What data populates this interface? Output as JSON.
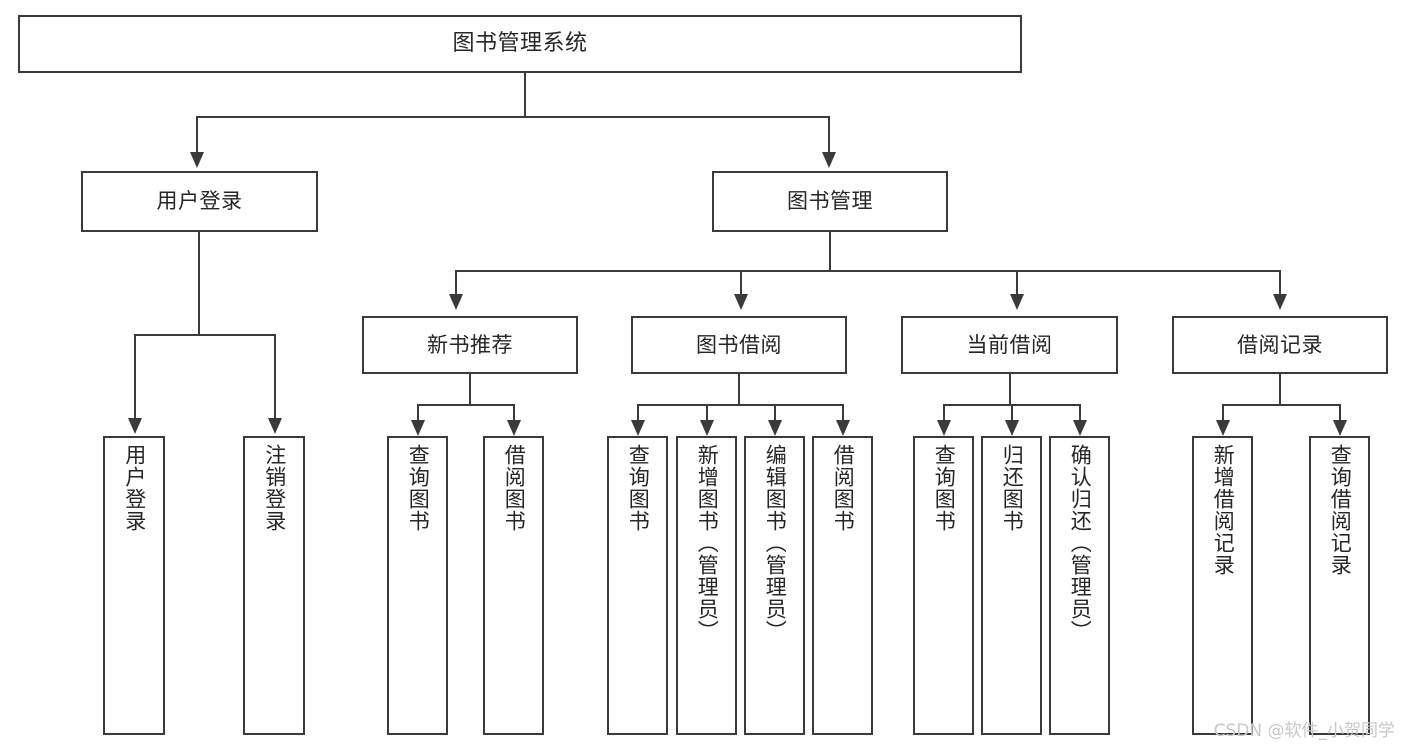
{
  "diagram": {
    "type": "tree",
    "title": "图书管理系统",
    "watermark": "CSDN @软件_小贺同学",
    "colors": {
      "stroke": "#3a3a3a",
      "box_fill": "#ffffff",
      "text": "#262626",
      "background": "#ffffff",
      "watermark": "#c8c8c8"
    },
    "levels": {
      "root": {
        "label": "图书管理系统"
      },
      "level2": [
        {
          "id": "user-login",
          "label": "用户登录"
        },
        {
          "id": "book-manage",
          "label": "图书管理"
        }
      ],
      "level3": [
        {
          "id": "new-book-recommend",
          "label": "新书推荐",
          "parent": "book-manage"
        },
        {
          "id": "book-borrow",
          "label": "图书借阅",
          "parent": "book-manage"
        },
        {
          "id": "current-borrow",
          "label": "当前借阅",
          "parent": "book-manage"
        },
        {
          "id": "borrow-record",
          "label": "借阅记录",
          "parent": "book-manage"
        }
      ],
      "leaves": [
        {
          "id": "leaf-user-login",
          "label": "用户登录",
          "parent": "user-login"
        },
        {
          "id": "leaf-logout",
          "label": "注销登录",
          "parent": "user-login"
        },
        {
          "id": "leaf-query-book-1",
          "label": "查询图书",
          "parent": "new-book-recommend"
        },
        {
          "id": "leaf-borrow-book-1",
          "label": "借阅图书",
          "parent": "new-book-recommend"
        },
        {
          "id": "leaf-query-book-2",
          "label": "查询图书",
          "parent": "book-borrow"
        },
        {
          "id": "leaf-add-book",
          "label": "新增图书（管理员）",
          "parent": "book-borrow"
        },
        {
          "id": "leaf-edit-book",
          "label": "编辑图书（管理员）",
          "parent": "book-borrow"
        },
        {
          "id": "leaf-borrow-book-2",
          "label": "借阅图书",
          "parent": "book-borrow"
        },
        {
          "id": "leaf-query-book-3",
          "label": "查询图书",
          "parent": "current-borrow"
        },
        {
          "id": "leaf-return-book",
          "label": "归还图书",
          "parent": "current-borrow"
        },
        {
          "id": "leaf-confirm-return",
          "label": "确认归还（管理员）",
          "parent": "current-borrow"
        },
        {
          "id": "leaf-add-record",
          "label": "新增借阅记录",
          "parent": "borrow-record"
        },
        {
          "id": "leaf-query-record",
          "label": "查询借阅记录",
          "parent": "borrow-record"
        }
      ]
    }
  }
}
